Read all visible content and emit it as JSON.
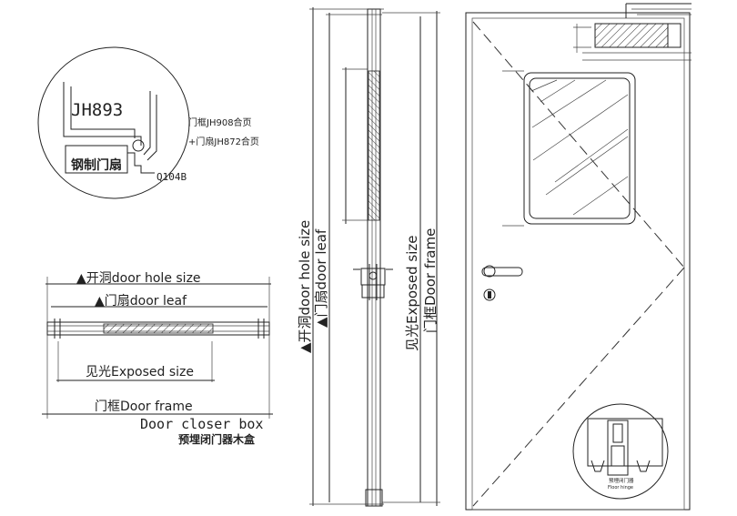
{
  "detail": {
    "profile_code": "JH893",
    "frame_hinge": "门框JH908合页",
    "leaf_hinge": "+门扇JH872合页",
    "steel_leaf": "钢制门扇",
    "seal_code": "Q104B"
  },
  "section": {
    "hole_size": "▲开洞door hole size",
    "door_leaf": "▲门扇door leaf",
    "exposed_size": "见光Exposed size",
    "door_frame": "门框Door frame",
    "closer_box_en": "Door closer box",
    "closer_box_cn": "预埋闭门器木盒"
  },
  "side": {
    "hole_size": "▲开洞door hole size",
    "door_leaf": "▲门扇door leaf",
    "exposed_size": "见光Exposed size",
    "door_frame": "门框Door frame"
  },
  "closer_detail": {
    "label_line1": "预埋闭门器",
    "label_line2": "Floor hinge"
  }
}
